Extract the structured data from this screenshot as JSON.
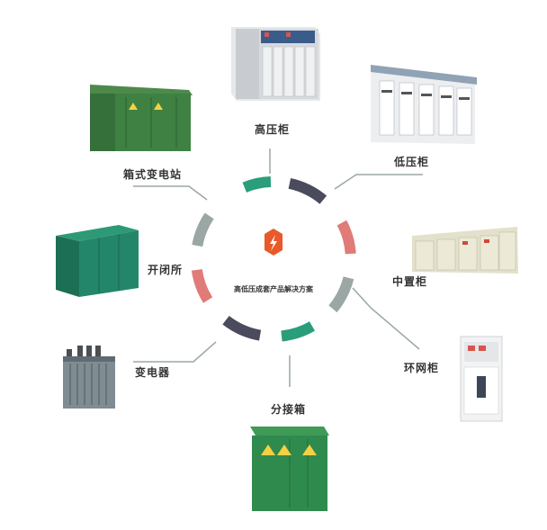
{
  "center": {
    "title": "高低压成套产品解决方案",
    "icon": "lightning-bolt-icon"
  },
  "products": [
    {
      "id": "high-voltage-cabinet",
      "label": "高压柜"
    },
    {
      "id": "low-voltage-cabinet",
      "label": "低压柜"
    },
    {
      "id": "mid-cabinet",
      "label": "中置柜"
    },
    {
      "id": "ring-main-cabinet",
      "label": "环网柜"
    },
    {
      "id": "distribution-box",
      "label": "分接箱"
    },
    {
      "id": "transformer",
      "label": "变电器"
    },
    {
      "id": "switching-station",
      "label": "开闭所"
    },
    {
      "id": "box-substation",
      "label": "箱式变电站"
    }
  ],
  "colors": {
    "green": "#2a9d7a",
    "dark": "#4a4b5c",
    "red": "#e07b78",
    "gray": "#9aa7a5",
    "icon_orange": "#e85a2a",
    "cabinet_green": "#2f8a4e",
    "teal_box": "#1f7f63"
  }
}
